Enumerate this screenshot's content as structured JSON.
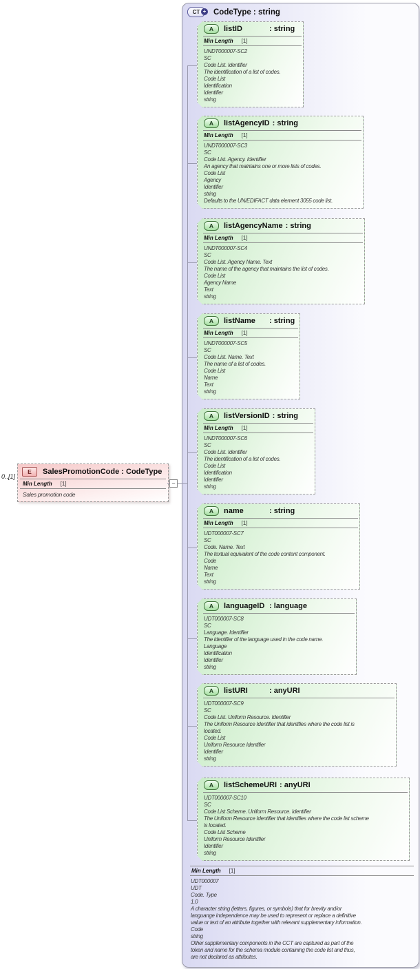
{
  "colors": {
    "complex_type_fill": "#d9d9f2",
    "attribute_fill": "#c9ecc7",
    "element_fill": "#f6c9c9"
  },
  "connector": {
    "collapse_glyph": "−"
  },
  "element": {
    "badge": "E",
    "cardinality": "0..[1]",
    "title": "SalesPromotionCode : CodeType",
    "facet_label": "Min Length",
    "facet_value": "[1]",
    "annotation": "Sales promotion code"
  },
  "complex_type": {
    "badge": "CT",
    "badge_plus": "+",
    "title": "CodeType : string",
    "facet_label": "Min Length",
    "facet_value": "[1]",
    "annotation": "UDT000007\nUDT\nCode. Type\n1.0\nA character string (letters, figures, or symbols) that for brevity and/or\nlanguange independence may be used to represent or replace a definitive\nvalue or text of an attribute together with relevant supplementary information.\nCode\nstring\nOther supplementary components in the CCT are captured as part of the\ntoken and name for the schema module containing the code list and thus,\nare not declared as attributes.",
    "attributes": [
      {
        "badge": "A",
        "name": "listID",
        "type": ": string",
        "facet_label": "Min Length",
        "facet_value": "[1]",
        "annotation": "UNDT000007-SC2\nSC\nCode List. Identifier\nThe identification of a list of codes.\nCode List\nIdentification\nIdentifier\nstring"
      },
      {
        "badge": "A",
        "name": "listAgencyID",
        "type": ": string",
        "facet_label": "Min Length",
        "facet_value": "[1]",
        "annotation": "UNDT000007-SC3\nSC\nCode List. Agency. Identifier\nAn agency that maintains one or more lists of codes.\nCode List\nAgency\nIdentifier\nstring\nDefaults to the UN/EDIFACT data element 3055 code list."
      },
      {
        "badge": "A",
        "name": "listAgencyName",
        "type": ": string",
        "facet_label": "Min Length",
        "facet_value": "[1]",
        "annotation": "UNDT000007-SC4\nSC\nCode List. Agency Name. Text\nThe name of the agency that maintains the list of codes.\nCode List\nAgency Name\nText\nstring"
      },
      {
        "badge": "A",
        "name": "listName",
        "type": ": string",
        "facet_label": "Min Length",
        "facet_value": "[1]",
        "annotation": "UNDT000007-SC5\nSC\nCode List. Name. Text\nThe name of a list of codes.\nCode List\nName\nText\nstring"
      },
      {
        "badge": "A",
        "name": "listVersionID",
        "type": ": string",
        "facet_label": "Min Length",
        "facet_value": "[1]",
        "annotation": "UNDT000007-SC6\nSC\nCode List. Identifier\nThe identification of a list of codes.\nCode List\nIdentification\nIdentifier\nstring"
      },
      {
        "badge": "A",
        "name": "name",
        "type": ": string",
        "facet_label": "Min Length",
        "facet_value": "[1]",
        "annotation": "UDT000007-SC7\nSC\nCode. Name. Text\nThe textual equivalent of the code content component.\nCode\nName\nText\nstring"
      },
      {
        "badge": "A",
        "name": "languageID",
        "type": ": language",
        "annotation": "UDT000007-SC8\nSC\nLanguage. Identifier\nThe identifier of the language used in the code name.\nLanguage\nIdentification\nIdentifier\nstring"
      },
      {
        "badge": "A",
        "name": "listURI",
        "type": ": anyURI",
        "annotation": "UDT000007-SC9\nSC\nCode List. Uniform Resource. Identifier\nThe Uniform Resource Identifier that identifies where the code list is\nlocated.\nCode List\nUniform Resource Identifier\nIdentifier\nstring"
      },
      {
        "badge": "A",
        "name": "listSchemeURI",
        "type": ": anyURI",
        "annotation": "UDT000007-SC10\nSC\nCode List Scheme. Uniform Resource. Identifier\nThe Uniform Resource Identifier that identifies where the code list scheme\nis located.\nCode List Scheme\nUniform Resource Identifier\nIdentifier\nstring"
      }
    ]
  }
}
